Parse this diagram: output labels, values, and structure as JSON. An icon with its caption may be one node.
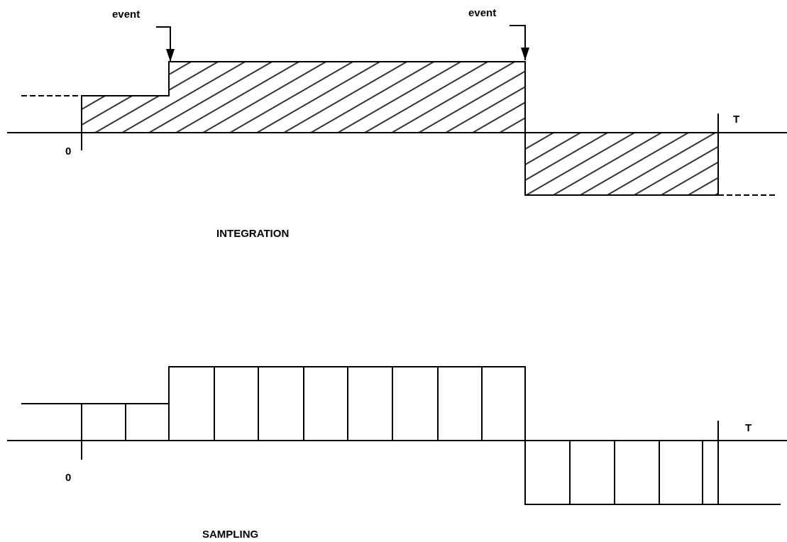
{
  "diagram": {
    "nodes": [
      {
        "text": [
          "event"
        ]
      },
      {
        "text": [
          "event"
        ]
      }
    ],
    "edges": [
      {
        "from": 0,
        "to": null,
        "arrow": "to"
      },
      {
        "from": 1,
        "to": null,
        "arrow": "to"
      }
    ],
    "labels": [
      "T",
      "0",
      "INTEGRATION",
      "T",
      "0",
      "SAMPLING"
    ]
  }
}
